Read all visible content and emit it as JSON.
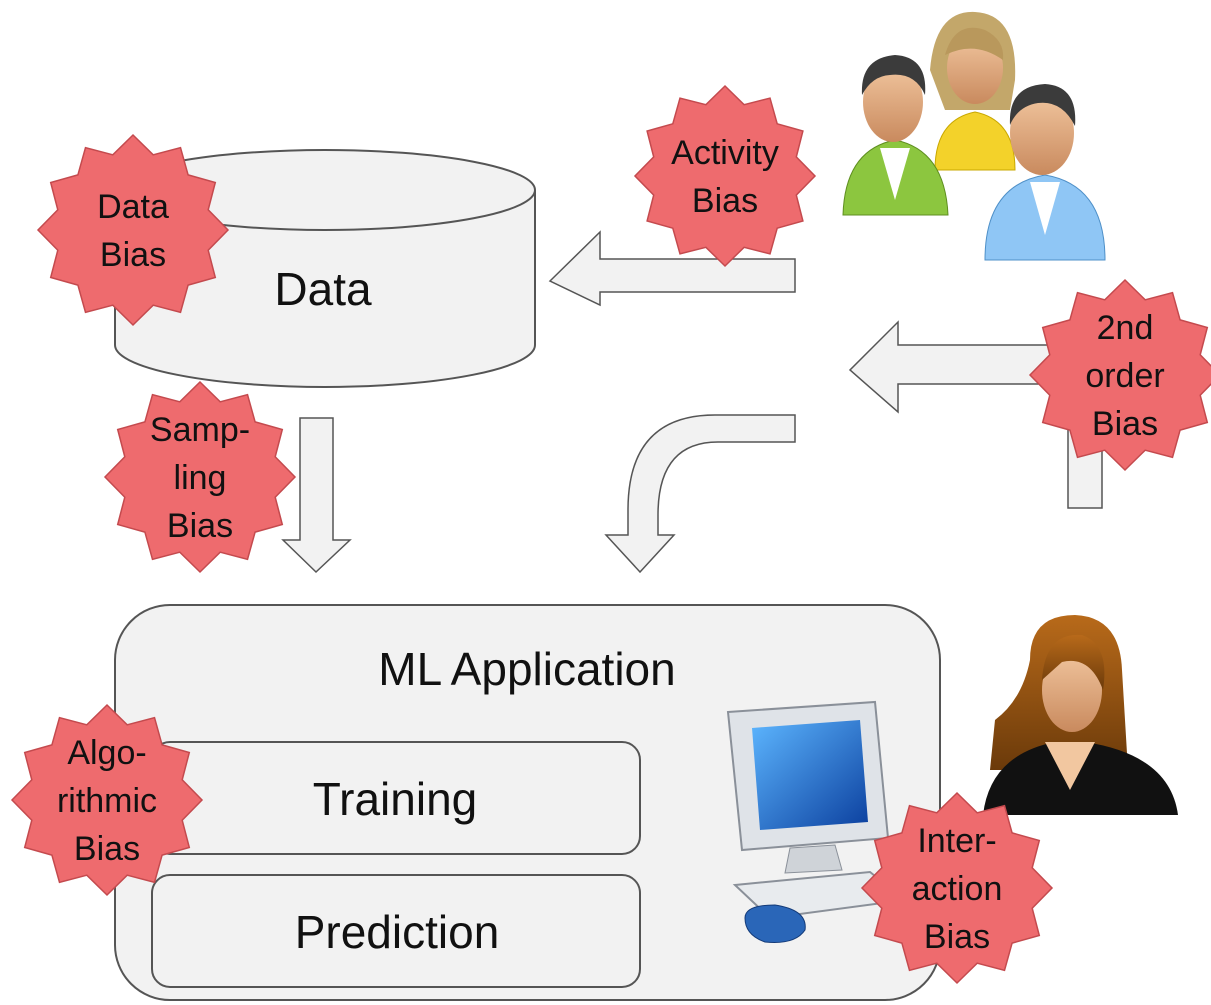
{
  "nodes": {
    "data": {
      "label": "Data"
    },
    "ml_application": {
      "label": "ML Application"
    },
    "training": {
      "label": "Training"
    },
    "prediction": {
      "label": "Prediction"
    }
  },
  "badges": {
    "data_bias": [
      "Data",
      "Bias"
    ],
    "activity_bias": [
      "Activity",
      "Bias"
    ],
    "sampling_bias": [
      "Samp-",
      "ling",
      "Bias"
    ],
    "second_order_bias": [
      "2nd",
      "order",
      "Bias"
    ],
    "algorithmic_bias": [
      "Algo-",
      "rithmic",
      "Bias"
    ],
    "interaction_bias": [
      "Inter-",
      "action",
      "Bias"
    ]
  },
  "colors": {
    "badge_fill": "#ee6b6e",
    "badge_stroke": "#c44a4e",
    "shape_fill": "#f2f2f2",
    "shape_stroke": "#555555",
    "arrow_fill": "#f2f2f2",
    "arrow_stroke": "#555555"
  },
  "icons": {
    "users": "users-group-icon",
    "user": "user-woman-icon",
    "computer": "computer-icon"
  }
}
